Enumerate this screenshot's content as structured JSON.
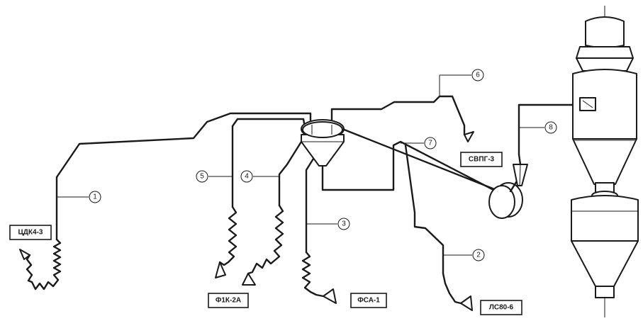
{
  "equipment_labels": {
    "tsdk": "ЦДК4-3",
    "f1k": "Ф1К-2А",
    "fsa": "ФСА-1",
    "lso": "ЛС80-6",
    "svpg": "СВПГ-3"
  },
  "callouts": {
    "c1": "1",
    "c2": "2",
    "c3": "3",
    "c4": "4",
    "c5": "5",
    "c6": "6",
    "c7": "7",
    "c8": "8"
  },
  "colors": {
    "line": "#1a1a1a",
    "background": "#ffffff"
  }
}
